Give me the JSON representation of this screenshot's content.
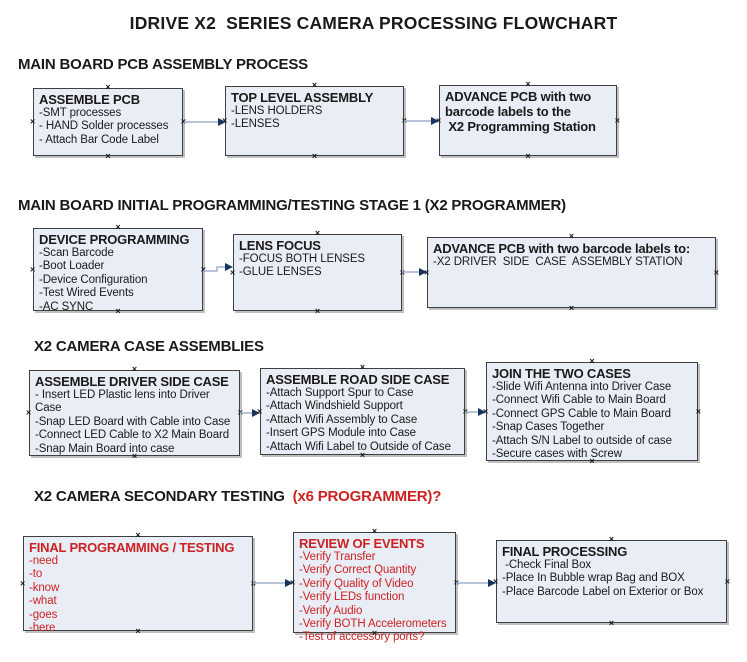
{
  "title": "IDRIVE X2  SERIES CAMERA PROCESSING FLOWCHART",
  "colors": {
    "text": "#1a1a1a",
    "red_text": "#cc2222",
    "box_fill": "#e9edf5",
    "box_border": "#3f3f3f",
    "arrow_line": "#9fb1cd",
    "arrow_head": "#17365d"
  },
  "decorations": {
    "anchor_glyph": "×"
  },
  "sections": [
    {
      "heading": "MAIN BOARD PCB ASSEMBLY PROCESS",
      "boxes": [
        {
          "title": "ASSEMBLE PCB",
          "lines": [
            "-SMT processes",
            "- HAND Solder processes",
            "- Attach Bar Code Label"
          ]
        },
        {
          "title": "TOP LEVEL ASSEMBLY",
          "lines": [
            "-LENS HOLDERS",
            "-LENSES"
          ]
        },
        {
          "title": "ADVANCE PCB with two\nbarcode labels to the\n X2 Programming Station",
          "lines": []
        }
      ]
    },
    {
      "heading": "MAIN BOARD INITIAL PROGRAMMING/TESTING STAGE 1 (X2 PROGRAMMER)",
      "boxes": [
        {
          "title": "DEVICE PROGRAMMING",
          "lines": [
            "-Scan Barcode",
            "-Boot Loader",
            "-Device Configuration",
            "-Test Wired Events",
            "-AC SYNC"
          ]
        },
        {
          "title": "LENS FOCUS",
          "lines": [
            "-FOCUS BOTH LENSES",
            "-GLUE LENSES"
          ]
        },
        {
          "title": "ADVANCE PCB with two barcode labels to:",
          "lines": [
            "-X2 DRIVER  SIDE  CASE  ASSEMBLY STATION"
          ]
        }
      ]
    },
    {
      "heading": "X2 CAMERA CASE ASSEMBLIES",
      "boxes": [
        {
          "title": "ASSEMBLE DRIVER SIDE CASE",
          "lines": [
            "- Insert LED Plastic lens into Driver Case",
            "-Snap LED Board with Cable into Case",
            "-Connect LED Cable to X2 Main Board",
            "-Snap Main Board into case"
          ]
        },
        {
          "title": "ASSEMBLE ROAD SIDE CASE",
          "lines": [
            "-Attach Support Spur to Case",
            "-Attach Windshield Support",
            "-Attach Wifi Assembly to Case",
            "-Insert GPS Module into Case",
            "-Attach Wifi Label to Outside of Case"
          ]
        },
        {
          "title": "JOIN THE TWO CASES",
          "lines": [
            "-Slide Wifi Antenna into Driver Case",
            "-Connect Wifi Cable to Main Board",
            "-Connect GPS Cable to Main Board",
            "-Snap Cases Together",
            "-Attach S/N Label to outside of case",
            "-Secure cases with Screw"
          ]
        }
      ]
    },
    {
      "heading": "X2 CAMERA SECONDARY TESTING ",
      "heading_suffix": " (x6 PROGRAMMER)?",
      "boxes": [
        {
          "title": "FINAL PROGRAMMING / TESTING",
          "color": "red",
          "lines": [
            "-need",
            "-to",
            "-know",
            "-what",
            "-goes",
            "-here"
          ]
        },
        {
          "title": "REVIEW OF EVENTS",
          "color": "red",
          "lines": [
            "-Verify Transfer",
            "-Verify Correct Quantity",
            "-Verify Quality of Video",
            "-Verify LEDs function",
            "-Verify Audio",
            "-Verify BOTH Accelerometers",
            "-Test of accessory ports?"
          ]
        },
        {
          "title": "FINAL PROCESSING",
          "lines": [
            " -Check Final Box",
            "-Place In Bubble wrap Bag and BOX",
            "-Place Barcode Label on Exterior or Box"
          ]
        }
      ]
    }
  ]
}
